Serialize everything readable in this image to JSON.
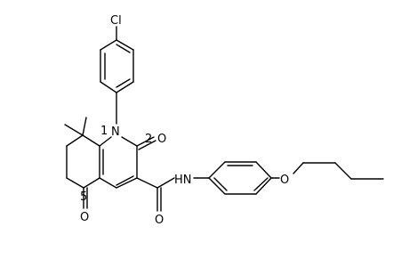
{
  "molecule": {
    "atom_labels": {
      "chlorine": "Cl",
      "ring_nitrogen": "N",
      "ring_nitrogen_locant": "1",
      "lactam_oxygen": "O",
      "lactam_locant": "2",
      "amide_nitrogen": "HN",
      "ether_oxygen": "O",
      "ketone_oxygen": "O",
      "ketone_locant": "5",
      "amide_oxygen": "O"
    }
  }
}
